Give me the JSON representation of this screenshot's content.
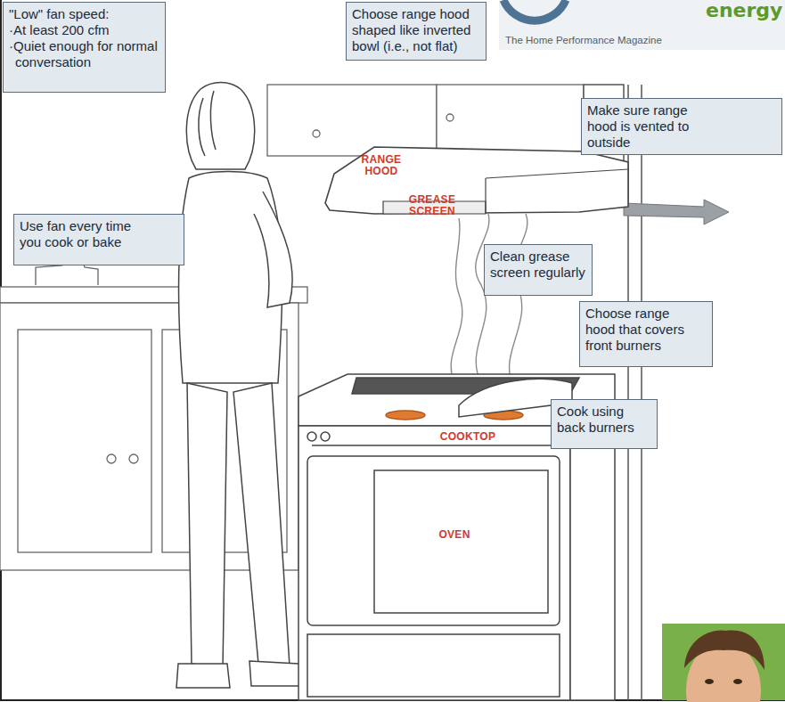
{
  "diagram": {
    "nodes": [
      {
        "text": [
          "\"Low\" fan speed:",
          "·At least 200 cfm",
          "·Quiet enough for normal conversation"
        ]
      },
      {
        "text": [
          "Choose range hood shaped like inverted bowl (i.e., not flat)"
        ]
      },
      {
        "text": [
          "Make sure range hood is vented to outside"
        ]
      },
      {
        "text": [
          "Use fan every time you cook or bake"
        ]
      },
      {
        "text": [
          "Clean grease screen regularly"
        ]
      },
      {
        "text": [
          "Choose range hood that covers front burners"
        ]
      },
      {
        "text": [
          "Cook using back burners"
        ]
      }
    ],
    "labels": [
      "RANGE HOOD",
      "GREASE SCREEN",
      "COOKTOP",
      "OVEN",
      "energy",
      "The Home Performance Magazine"
    ]
  }
}
